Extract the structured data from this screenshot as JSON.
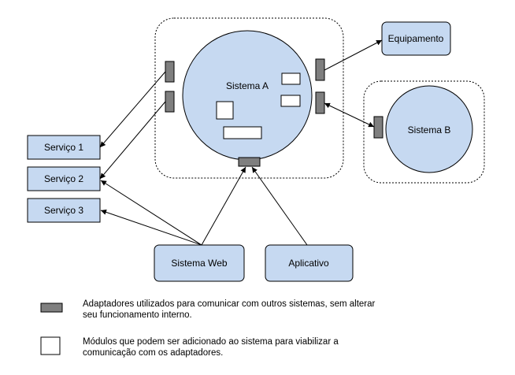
{
  "nodes": {
    "sistema_a": "Sistema A",
    "sistema_b": "Sistema B",
    "equipamento": "Equipamento",
    "servico_1": "Serviço 1",
    "servico_2": "Serviço 2",
    "servico_3": "Serviço 3",
    "sistema_web": "Sistema Web",
    "aplicativo": "Aplicativo"
  },
  "legend": {
    "adapters_line1": "Adaptadores utilizados para comunicar com outros sistemas, sem alterar",
    "adapters_line2": "seu funcionamento interno.",
    "modules_line1": "Módulos que podem ser adicionado ao sistema para viabilizar a",
    "modules_line2": "comunicação com os adaptadores."
  },
  "colors": {
    "node_fill": "#c6d9f1",
    "adapter_fill": "#7f7f7f",
    "stroke": "#000000"
  }
}
